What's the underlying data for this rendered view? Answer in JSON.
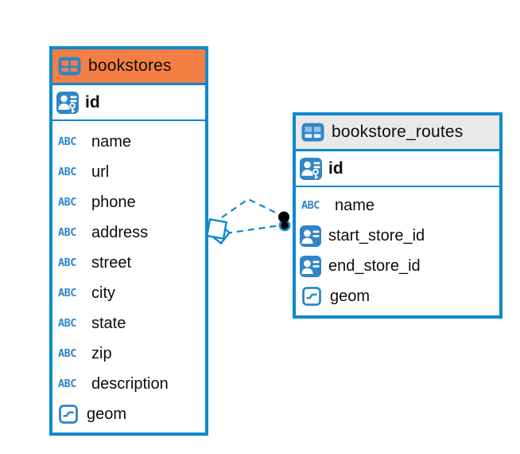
{
  "icons": {
    "text_type_label": "ABC"
  },
  "colors": {
    "table_border_blue": "#0E8ACE",
    "icon_blue": "#2F86C8",
    "bookstores_header_orange": "#F57E45",
    "routes_header_gray": "#E9E9E9",
    "relationship_line_blue": "#0E8ACE",
    "endpoint_dot_black": "#000000"
  },
  "tables": [
    {
      "title": "bookstores",
      "header_icon": "table-icon",
      "primary_key": {
        "label": "id",
        "icon": "primary-key-icon"
      },
      "columns": [
        {
          "label": "name",
          "icon": "text-type-icon"
        },
        {
          "label": "url",
          "icon": "text-type-icon"
        },
        {
          "label": "phone",
          "icon": "text-type-icon"
        },
        {
          "label": "address",
          "icon": "text-type-icon"
        },
        {
          "label": "street",
          "icon": "text-type-icon"
        },
        {
          "label": "city",
          "icon": "text-type-icon"
        },
        {
          "label": "state",
          "icon": "text-type-icon"
        },
        {
          "label": "zip",
          "icon": "text-type-icon"
        },
        {
          "label": "description",
          "icon": "text-type-icon"
        },
        {
          "label": "geom",
          "icon": "geometry-type-icon"
        }
      ]
    },
    {
      "title": "bookstore_routes",
      "header_icon": "table-icon",
      "primary_key": {
        "label": "id",
        "icon": "primary-key-icon"
      },
      "columns": [
        {
          "label": "name",
          "icon": "text-type-icon"
        },
        {
          "label": "start_store_id",
          "icon": "foreign-key-icon"
        },
        {
          "label": "end_store_id",
          "icon": "foreign-key-icon"
        },
        {
          "label": "geom",
          "icon": "geometry-type-icon"
        }
      ]
    }
  ],
  "relationship": {
    "from": "bookstores",
    "to": "bookstore_routes",
    "line_style": "dashed",
    "color": "#0E8ACE"
  }
}
